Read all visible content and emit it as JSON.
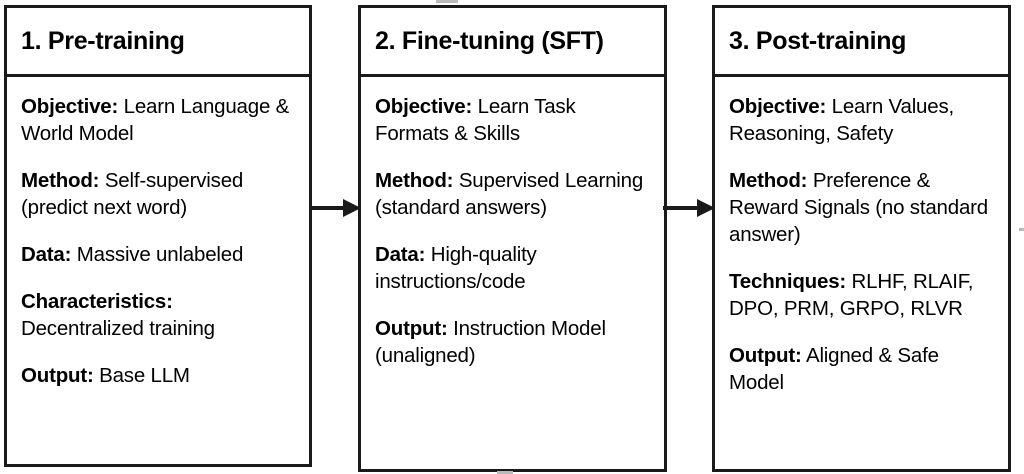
{
  "diagram": {
    "type": "pipeline-flow",
    "orientation": "left-to-right",
    "accent_color": "#1a1a1a",
    "background_color": "#ffffff",
    "stages": [
      {
        "id": "pre-training",
        "title": "1. Pre-training",
        "fields": [
          {
            "label": "Objective:",
            "value": "Learn Language & World Model"
          },
          {
            "label": "Method:",
            "value": "Self-supervised (predict next word)"
          },
          {
            "label": "Data:",
            "value": "Massive unlabeled"
          },
          {
            "label": "Characteristics:",
            "value": "Decentralized training"
          },
          {
            "label": "Output:",
            "value": "Base LLM"
          }
        ]
      },
      {
        "id": "fine-tuning",
        "title": "2. Fine-tuning (SFT)",
        "fields": [
          {
            "label": "Objective:",
            "value": "Learn Task Formats & Skills"
          },
          {
            "label": "Method:",
            "value": "Supervised Learning (standard answers)"
          },
          {
            "label": "Data:",
            "value": "High-quality instructions/code"
          },
          {
            "label": "Output:",
            "value": "Instruction Model (unaligned)"
          }
        ]
      },
      {
        "id": "post-training",
        "title": "3. Post-training",
        "fields": [
          {
            "label": "Objective:",
            "value": "Learn Values, Reasoning, Safety"
          },
          {
            "label": "Method:",
            "value": "Preference & Reward Signals (no standard answer)"
          },
          {
            "label": "Techniques:",
            "value": "RLHF, RLAIF, DPO, PRM, GRPO, RLVR"
          },
          {
            "label": "Output:",
            "value": "Aligned & Safe Model"
          }
        ]
      }
    ],
    "connectors": [
      {
        "id": "arrow-1",
        "from": "pre-training",
        "to": "fine-tuning",
        "glyph": "arrow-right-icon"
      },
      {
        "id": "arrow-2",
        "from": "fine-tuning",
        "to": "post-training",
        "glyph": "arrow-right-icon"
      }
    ]
  }
}
